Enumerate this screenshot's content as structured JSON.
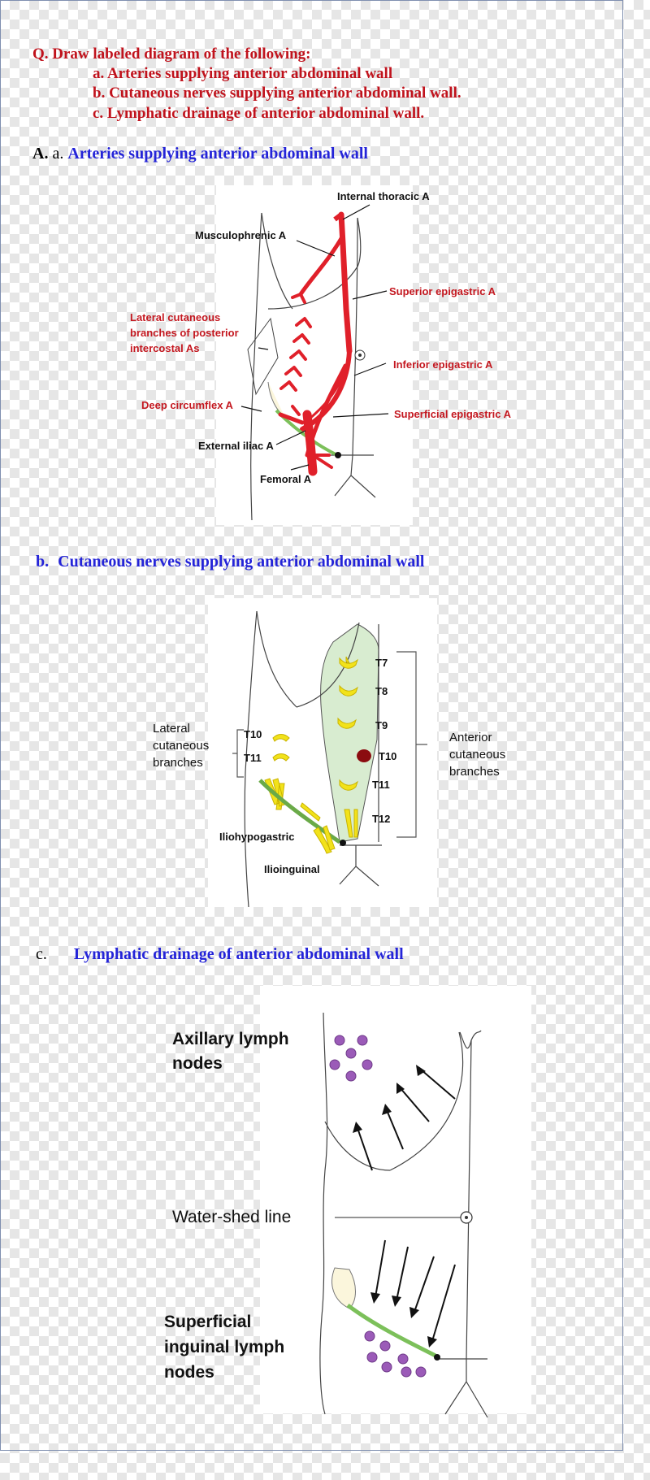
{
  "question": {
    "title": "Q. Draw labeled diagram of the following:",
    "items": [
      "a.  Arteries supplying anterior abdominal wall",
      "b.   Cutaneous nerves supplying anterior abdominal wall.",
      "c.  Lymphatic drainage of anterior abdominal wall."
    ]
  },
  "section_a": {
    "prefix": "A.",
    "letter": "a.",
    "heading": "Arteries supplying anterior abdominal wall",
    "labels": {
      "internal_thoracic": "Internal thoracic A",
      "musculophrenic": "Musculophrenic A",
      "superior_epigastric": "Superior epigastric A",
      "lateral_cutaneous_1": "Lateral cutaneous",
      "lateral_cutaneous_2": "branches of posterior",
      "lateral_cutaneous_3": "intercostal As",
      "inferior_epigastric": "Inferior  epigastric A",
      "deep_circumflex": "Deep circumflex A",
      "superficial_epigastric": "Superficial epigastric A",
      "external_iliac": "External iliac A",
      "femoral": "Femoral A"
    },
    "colors": {
      "artery": "#e0202a",
      "label": "#c41820"
    }
  },
  "section_b": {
    "letter": "b.",
    "heading": "Cutaneous nerves supplying anterior abdominal wall",
    "labels": {
      "lateral_1": "Lateral",
      "lateral_2": "cutaneous",
      "lateral_3": "branches",
      "anterior_1": "Anterior",
      "anterior_2": "cutaneous",
      "anterior_3": "branches",
      "iliohypogastric": "Iliohypogastric",
      "ilioinguinal": "Ilioinguinal"
    },
    "anterior_segments": [
      "T7",
      "T8",
      "T9",
      "T10",
      "T11",
      "T12"
    ],
    "lateral_segments": [
      "T10",
      "T11"
    ],
    "colors": {
      "nerve": "#f2e21a",
      "zone": "#d8ecd0",
      "umbilicus": "#8b0c10"
    }
  },
  "section_c": {
    "letter": "c.",
    "heading": "Lymphatic drainage of anterior abdominal wall",
    "labels": {
      "axillary_1": "Axillary lymph",
      "axillary_2": "nodes",
      "watershed": "Water-shed line",
      "inguinal_1": "Superficial",
      "inguinal_2": "inguinal lymph",
      "inguinal_3": "nodes"
    },
    "colors": {
      "node": "#9b5bb8",
      "ligament": "#7cc05a"
    }
  }
}
